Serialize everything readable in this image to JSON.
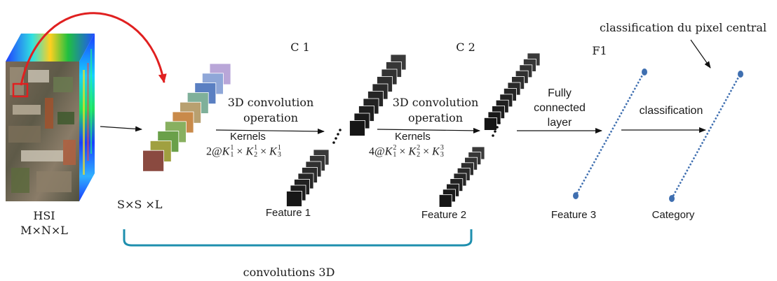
{
  "annotation": "classification du pixel central",
  "input": {
    "name": "HSI",
    "dims": "M×N×L"
  },
  "patch": {
    "dims": "S×S ×L"
  },
  "layers": {
    "c1": "C 1",
    "c2": "C 2",
    "f1": "F1"
  },
  "steps": {
    "conv1": {
      "line1": "3D convolution",
      "line2": "operation",
      "kernels": "Kernels",
      "count": "2@",
      "k1": "K",
      "k1_sup": "1",
      "k1_sub": "1",
      "k2": "K",
      "k2_sup": "1",
      "k2_sub": "2",
      "k3": "K",
      "k3_sup": "1",
      "k3_sub": "3"
    },
    "conv2": {
      "line1": "3D convolution",
      "line2": "operation",
      "kernels": "Kernels",
      "count": "4@",
      "k1": "K",
      "k1_sup": "2",
      "k1_sub": "1",
      "k2": "K",
      "k2_sup": "2",
      "k2_sub": "2",
      "k3": "K",
      "k3_sup": "3",
      "k3_sub": "3"
    },
    "fc": {
      "line1": "Fully",
      "line2": "connected",
      "line3": "layer"
    },
    "cls": "classification"
  },
  "features": {
    "f1": "Feature 1",
    "f2": "Feature 2",
    "f3": "Feature 3",
    "category": "Category"
  },
  "times": "×",
  "brace_label": "convolutions 3D",
  "colors": {
    "red_arrow": "#e02020",
    "brace": "#1e8fae",
    "neuron": "#3f6fb0",
    "text": "#1a1a1a"
  }
}
